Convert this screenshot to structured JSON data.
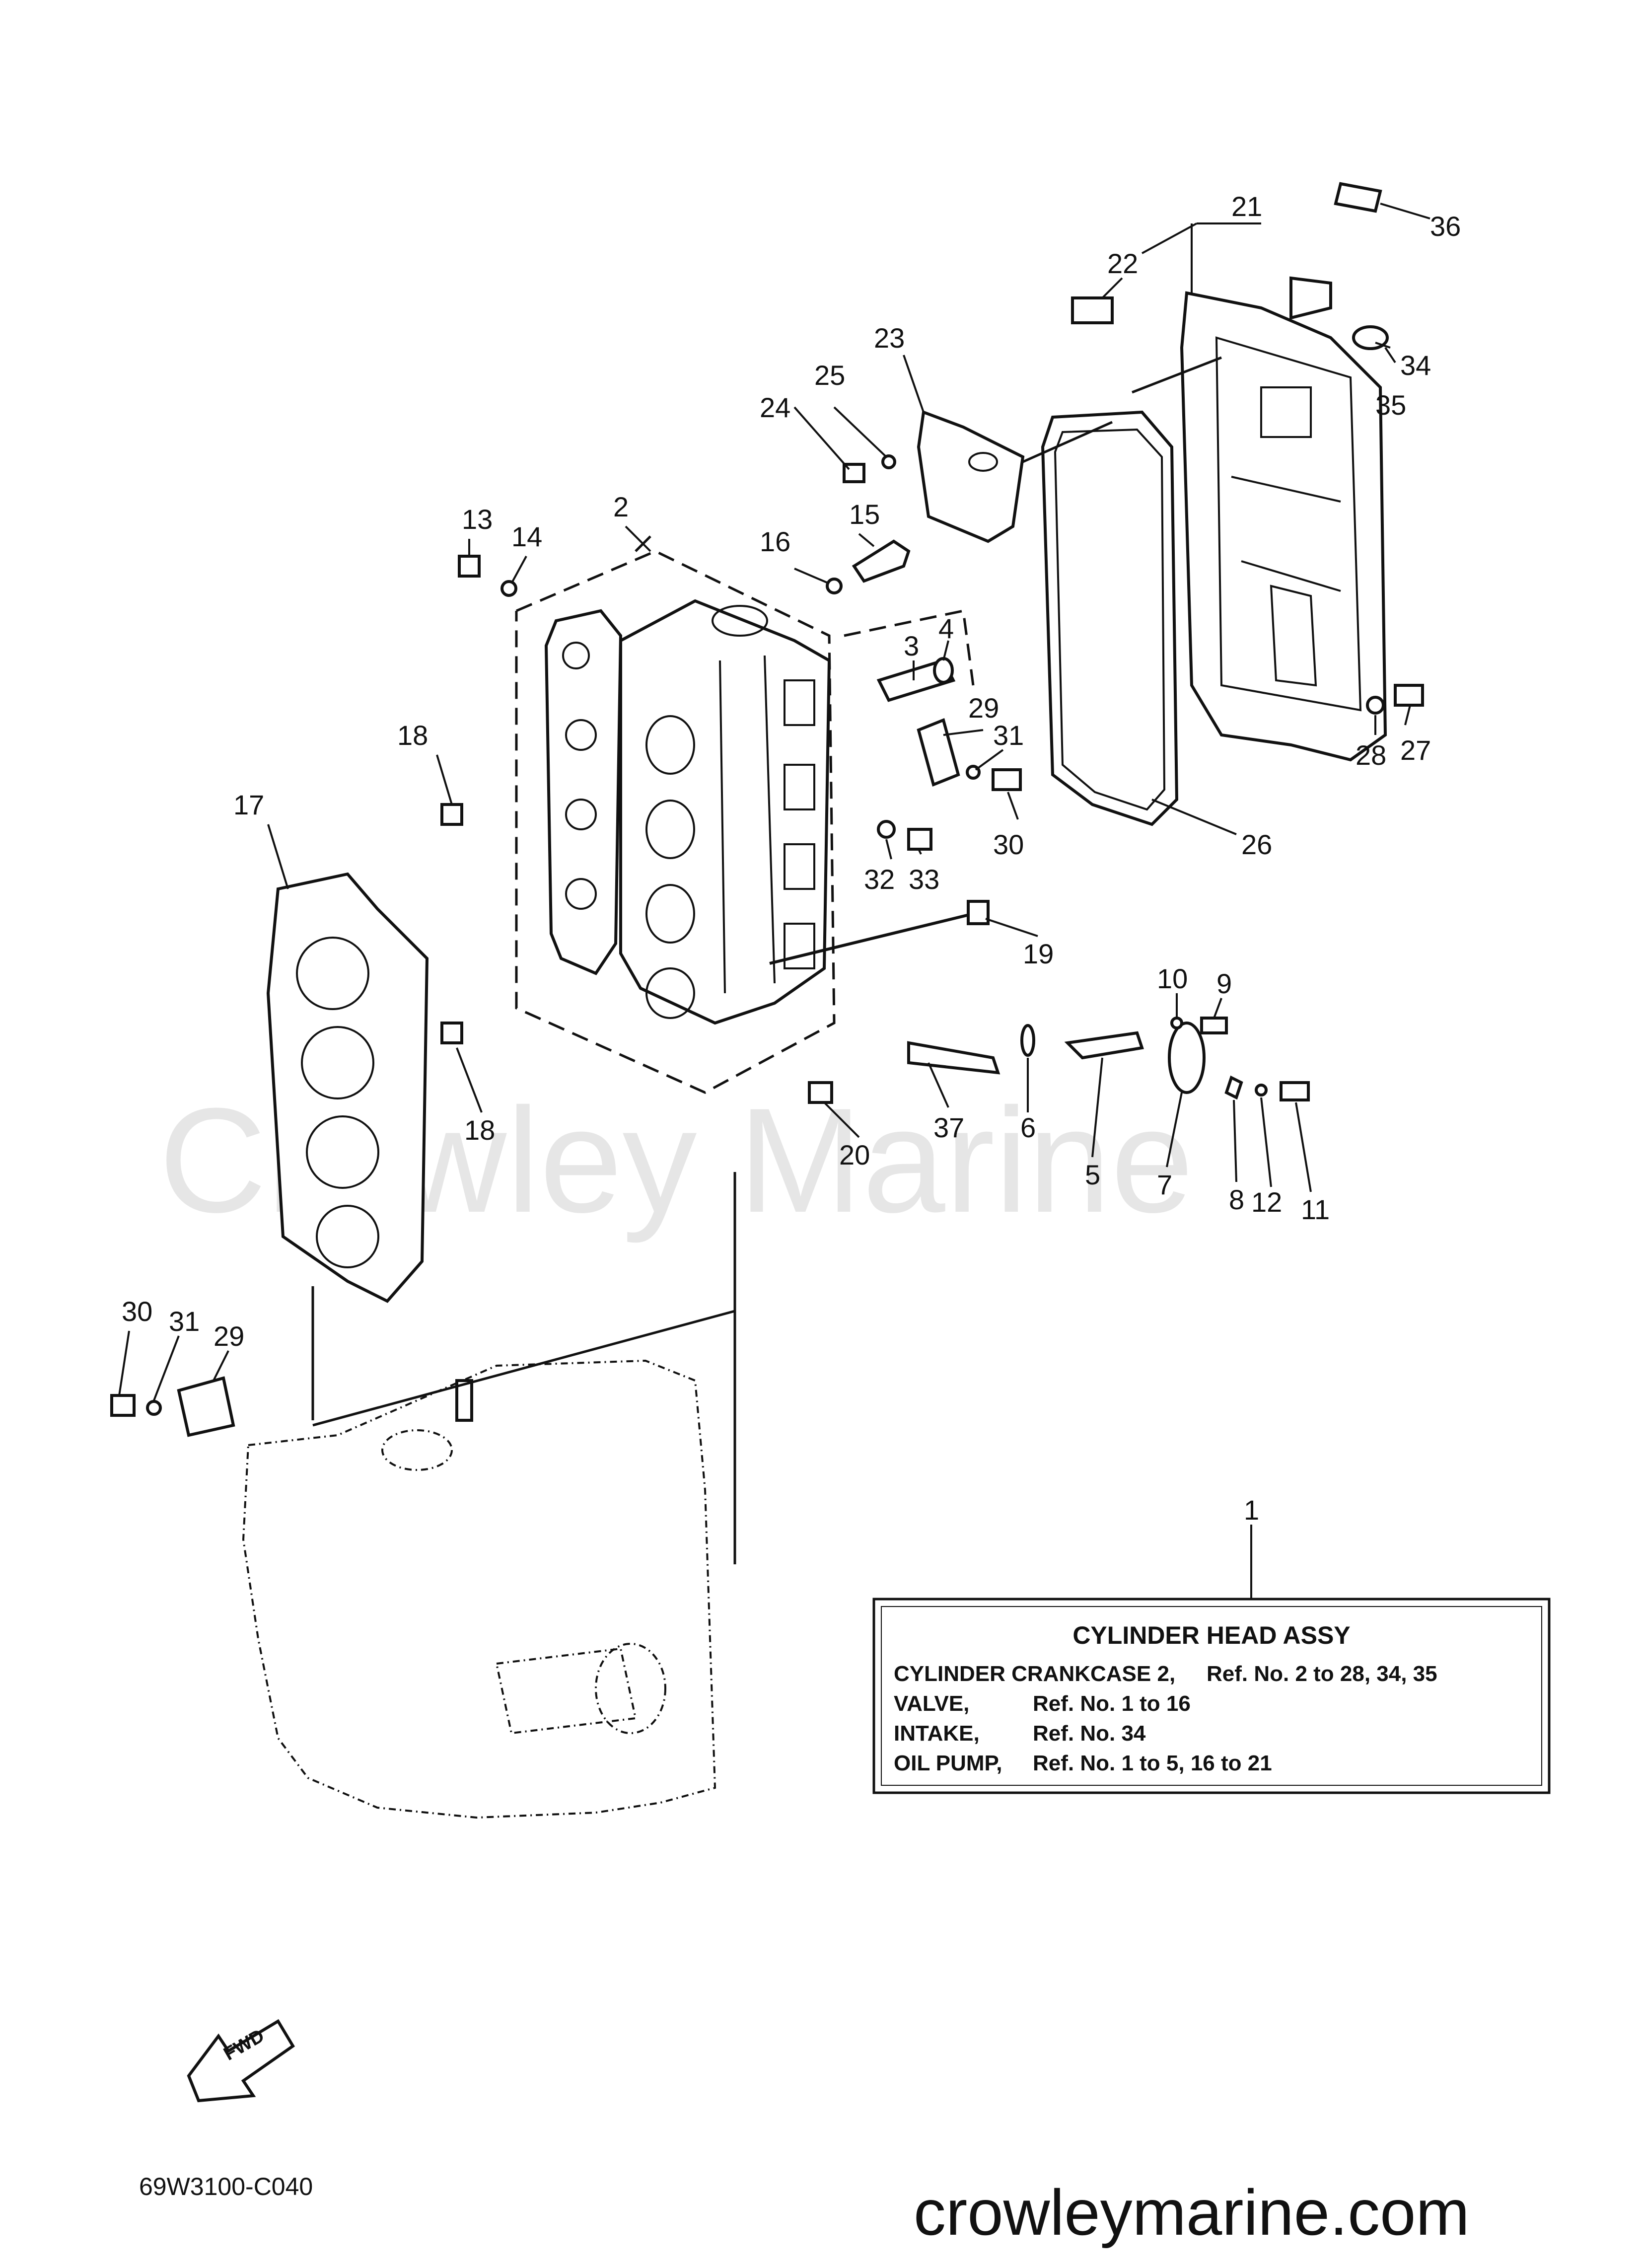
{
  "watermark": "Crowley Marine",
  "diagram_code": "69W3100-C040",
  "website": "crowleymarine.com",
  "fwd_label": "FWD",
  "assembly_box": {
    "title": "CYLINDER HEAD ASSY",
    "rows": [
      {
        "name": "CYLINDER CRANKCASE 2,",
        "refs": "Ref. No. 2 to 28, 34, 35"
      },
      {
        "name": "VALVE,",
        "refs": "Ref. No. 1 to 16"
      },
      {
        "name": "INTAKE,",
        "refs": "Ref. No. 34"
      },
      {
        "name": "OIL PUMP,",
        "refs": "Ref. No. 1 to 5, 16 to 21"
      }
    ]
  },
  "callouts": {
    "c1": "1",
    "c2": "2",
    "c3": "3",
    "c4": "4",
    "c5": "5",
    "c6": "6",
    "c7": "7",
    "c8": "8",
    "c9": "9",
    "c10": "10",
    "c11": "11",
    "c12": "12",
    "c13": "13",
    "c14": "14",
    "c15": "15",
    "c16": "16",
    "c17": "17",
    "c18a": "18",
    "c18b": "18",
    "c19": "19",
    "c20": "20",
    "c21": "21",
    "c22": "22",
    "c23": "23",
    "c24": "24",
    "c25": "25",
    "c26": "26",
    "c27": "27",
    "c28": "28",
    "c29a": "29",
    "c29b": "29",
    "c30a": "30",
    "c30b": "30",
    "c31a": "31",
    "c31b": "31",
    "c32": "32",
    "c33": "33",
    "c34": "34",
    "c35": "35",
    "c36": "36",
    "c37": "37"
  }
}
